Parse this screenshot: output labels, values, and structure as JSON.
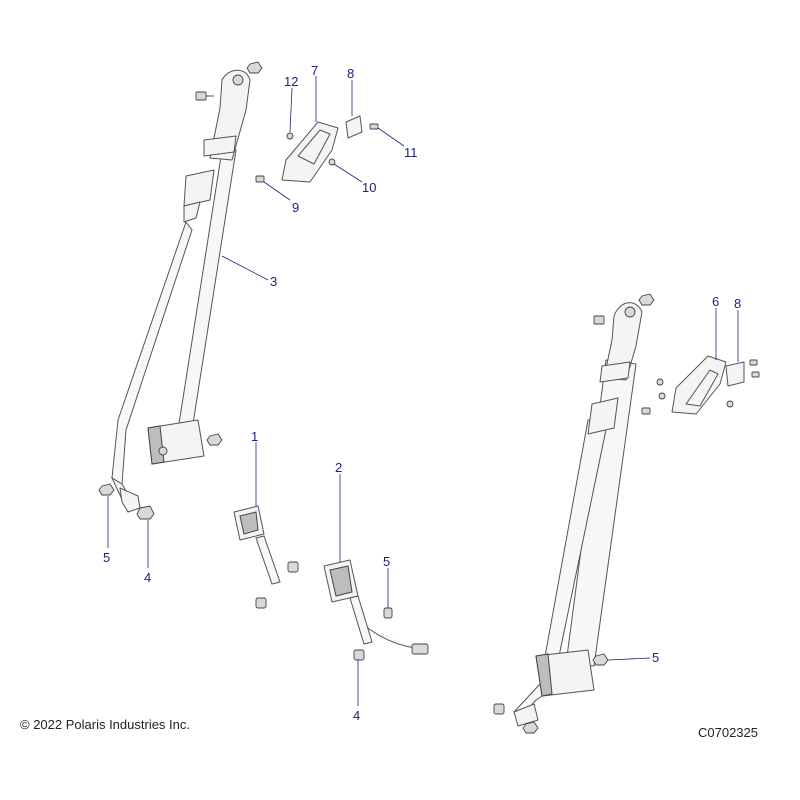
{
  "copyright": "© 2022 Polaris Industries Inc.",
  "drawing_number": "C0702325",
  "callouts": {
    "c1": "1",
    "c2": "2",
    "c3": "3",
    "c4_left": "4",
    "c4_mid": "4",
    "c5_left": "5",
    "c5_mid": "5",
    "c5_right": "5",
    "c6": "6",
    "c7": "7",
    "c8_top": "8",
    "c8_right": "8",
    "c9": "9",
    "c10": "10",
    "c11": "11",
    "c12": "12"
  }
}
